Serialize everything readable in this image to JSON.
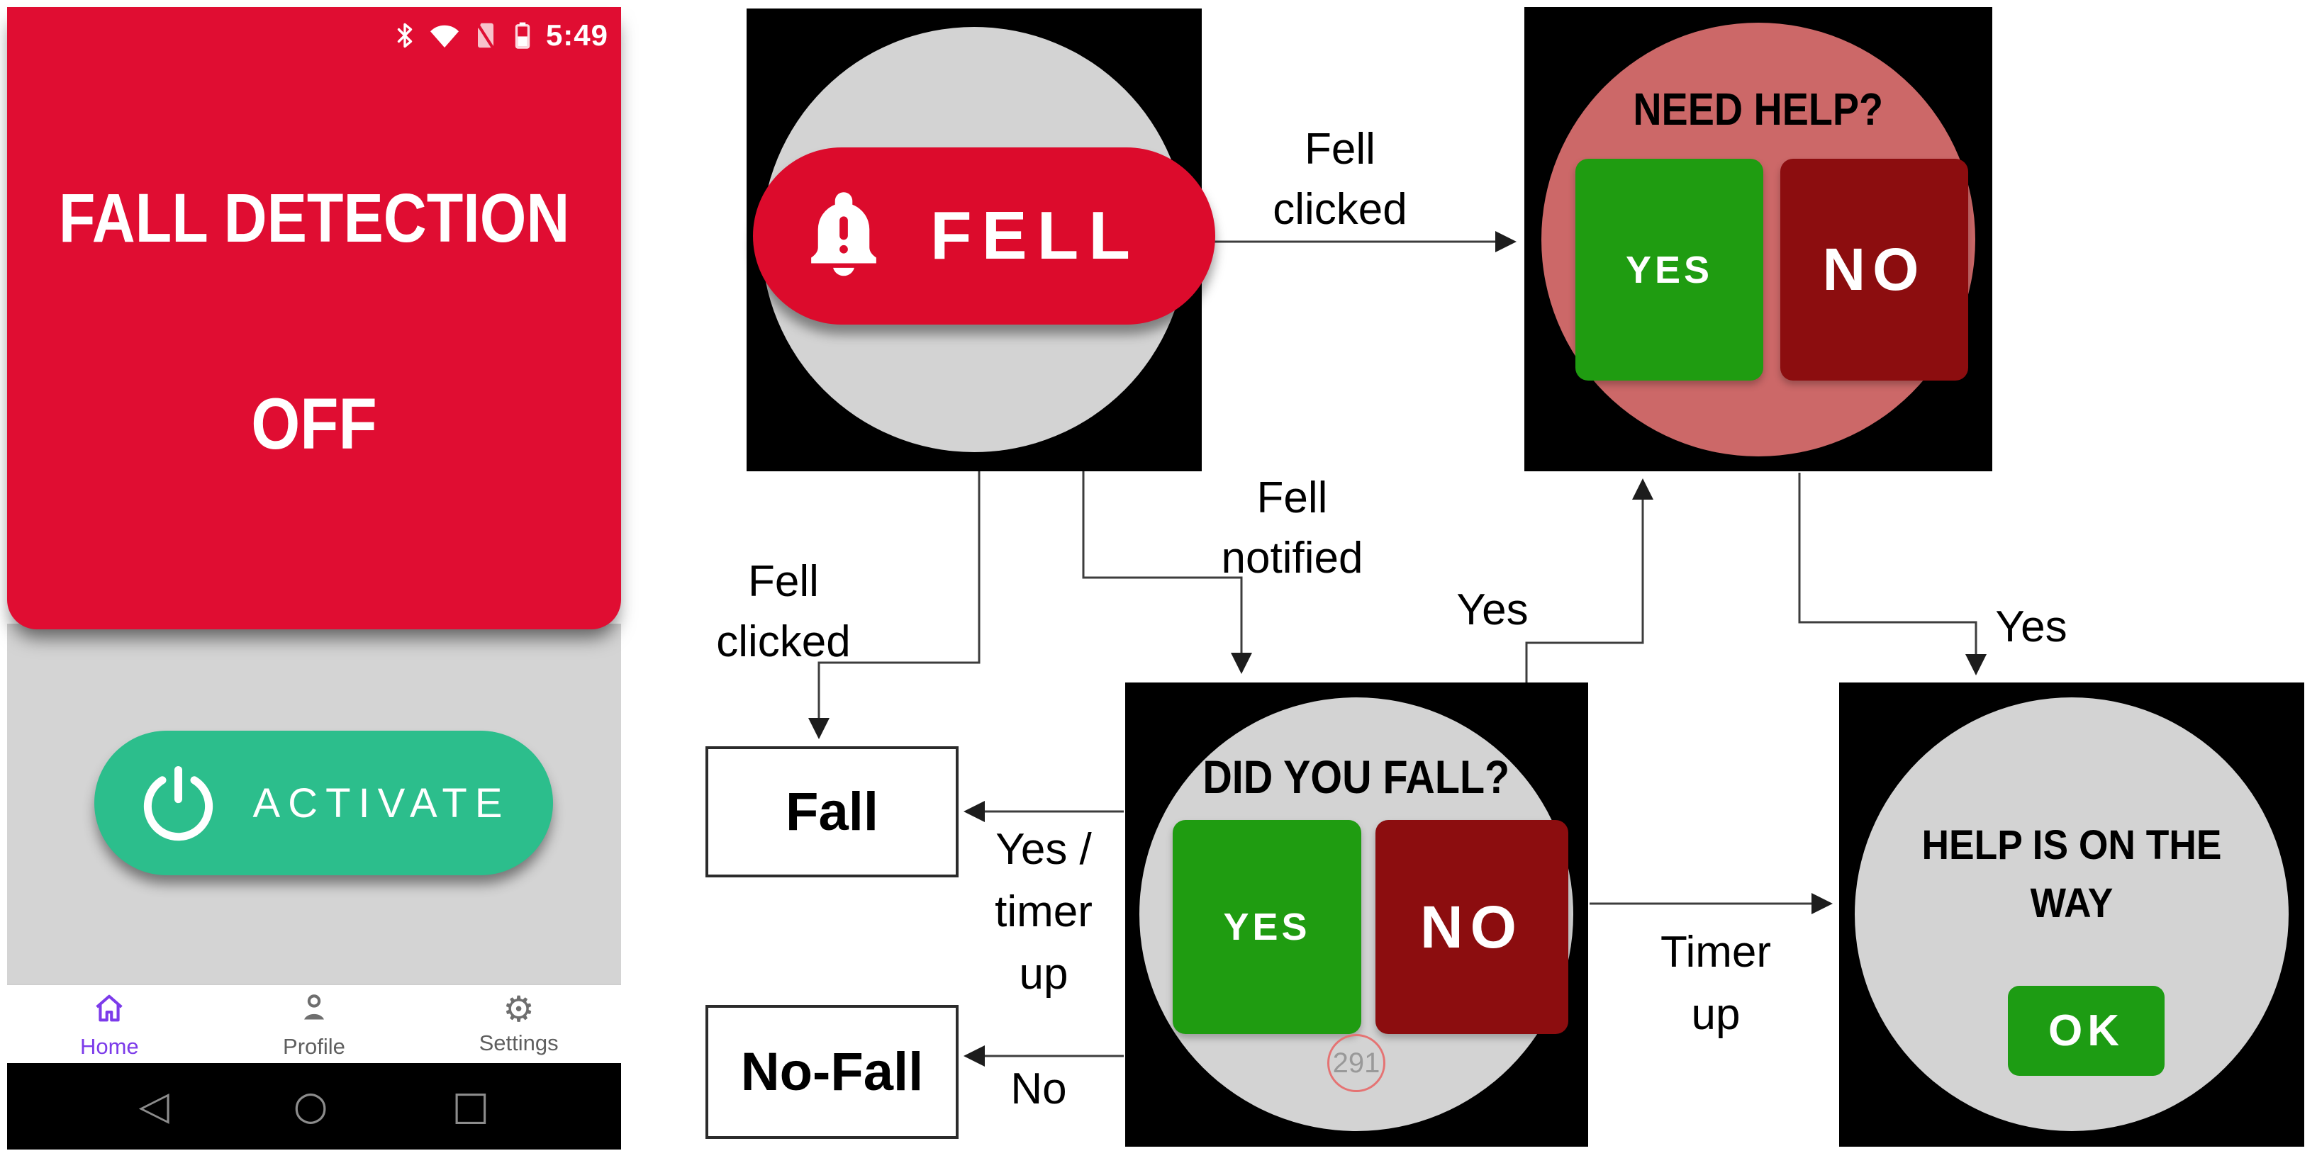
{
  "phone": {
    "status_bar": {
      "time": "5:49",
      "icons": [
        "bluetooth-icon",
        "wifi-icon",
        "no-sim-icon",
        "battery-icon"
      ]
    },
    "header": {
      "title": "FALL DETECTION",
      "state": "OFF"
    },
    "activate_button": "ACTIVATE",
    "nav": {
      "items": [
        {
          "label": "Home",
          "icon": "home-icon",
          "active": true
        },
        {
          "label": "Profile",
          "icon": "profile-icon",
          "active": false
        },
        {
          "label": "Settings",
          "icon": "settings-icon",
          "active": false
        }
      ]
    },
    "android_nav": {
      "back": "◁",
      "home": "○",
      "recents": "□"
    }
  },
  "watch": {
    "fell": {
      "button": "FELL",
      "icon": "alert-bell-icon"
    },
    "need_help": {
      "title": "NEED HELP?",
      "yes": "YES",
      "no": "NO"
    },
    "did_you_fall": {
      "title": "DID YOU FALL?",
      "yes": "YES",
      "no": "NO",
      "timer": "291"
    },
    "help_on_way": {
      "title": "HELP IS ON THE WAY",
      "ok": "OK"
    }
  },
  "states": {
    "fall": "Fall",
    "no_fall": "No-Fall"
  },
  "edge_labels": {
    "fell_clicked_top": [
      "Fell",
      "clicked"
    ],
    "fell_clicked_left": [
      "Fell",
      "clicked"
    ],
    "fell_notified": [
      "Fell",
      "notified"
    ],
    "yes_to_need_help": "Yes",
    "yes_to_help": "Yes",
    "yes_timer_up": [
      "Yes /",
      "timer",
      "up"
    ],
    "no": "No",
    "timer_up": [
      "Timer",
      "up"
    ]
  },
  "colors": {
    "phone_red": "#E00D32",
    "pill_red": "#DC0B2C",
    "salmon": "#CC6868",
    "dark_red": "#8C0D0F",
    "green": "#1F9C11",
    "ok_green": "#1D9C13",
    "activate_green": "#2CBE8C",
    "watch_gray": "#D3D3D3",
    "active_purple": "#7C3BEA"
  }
}
